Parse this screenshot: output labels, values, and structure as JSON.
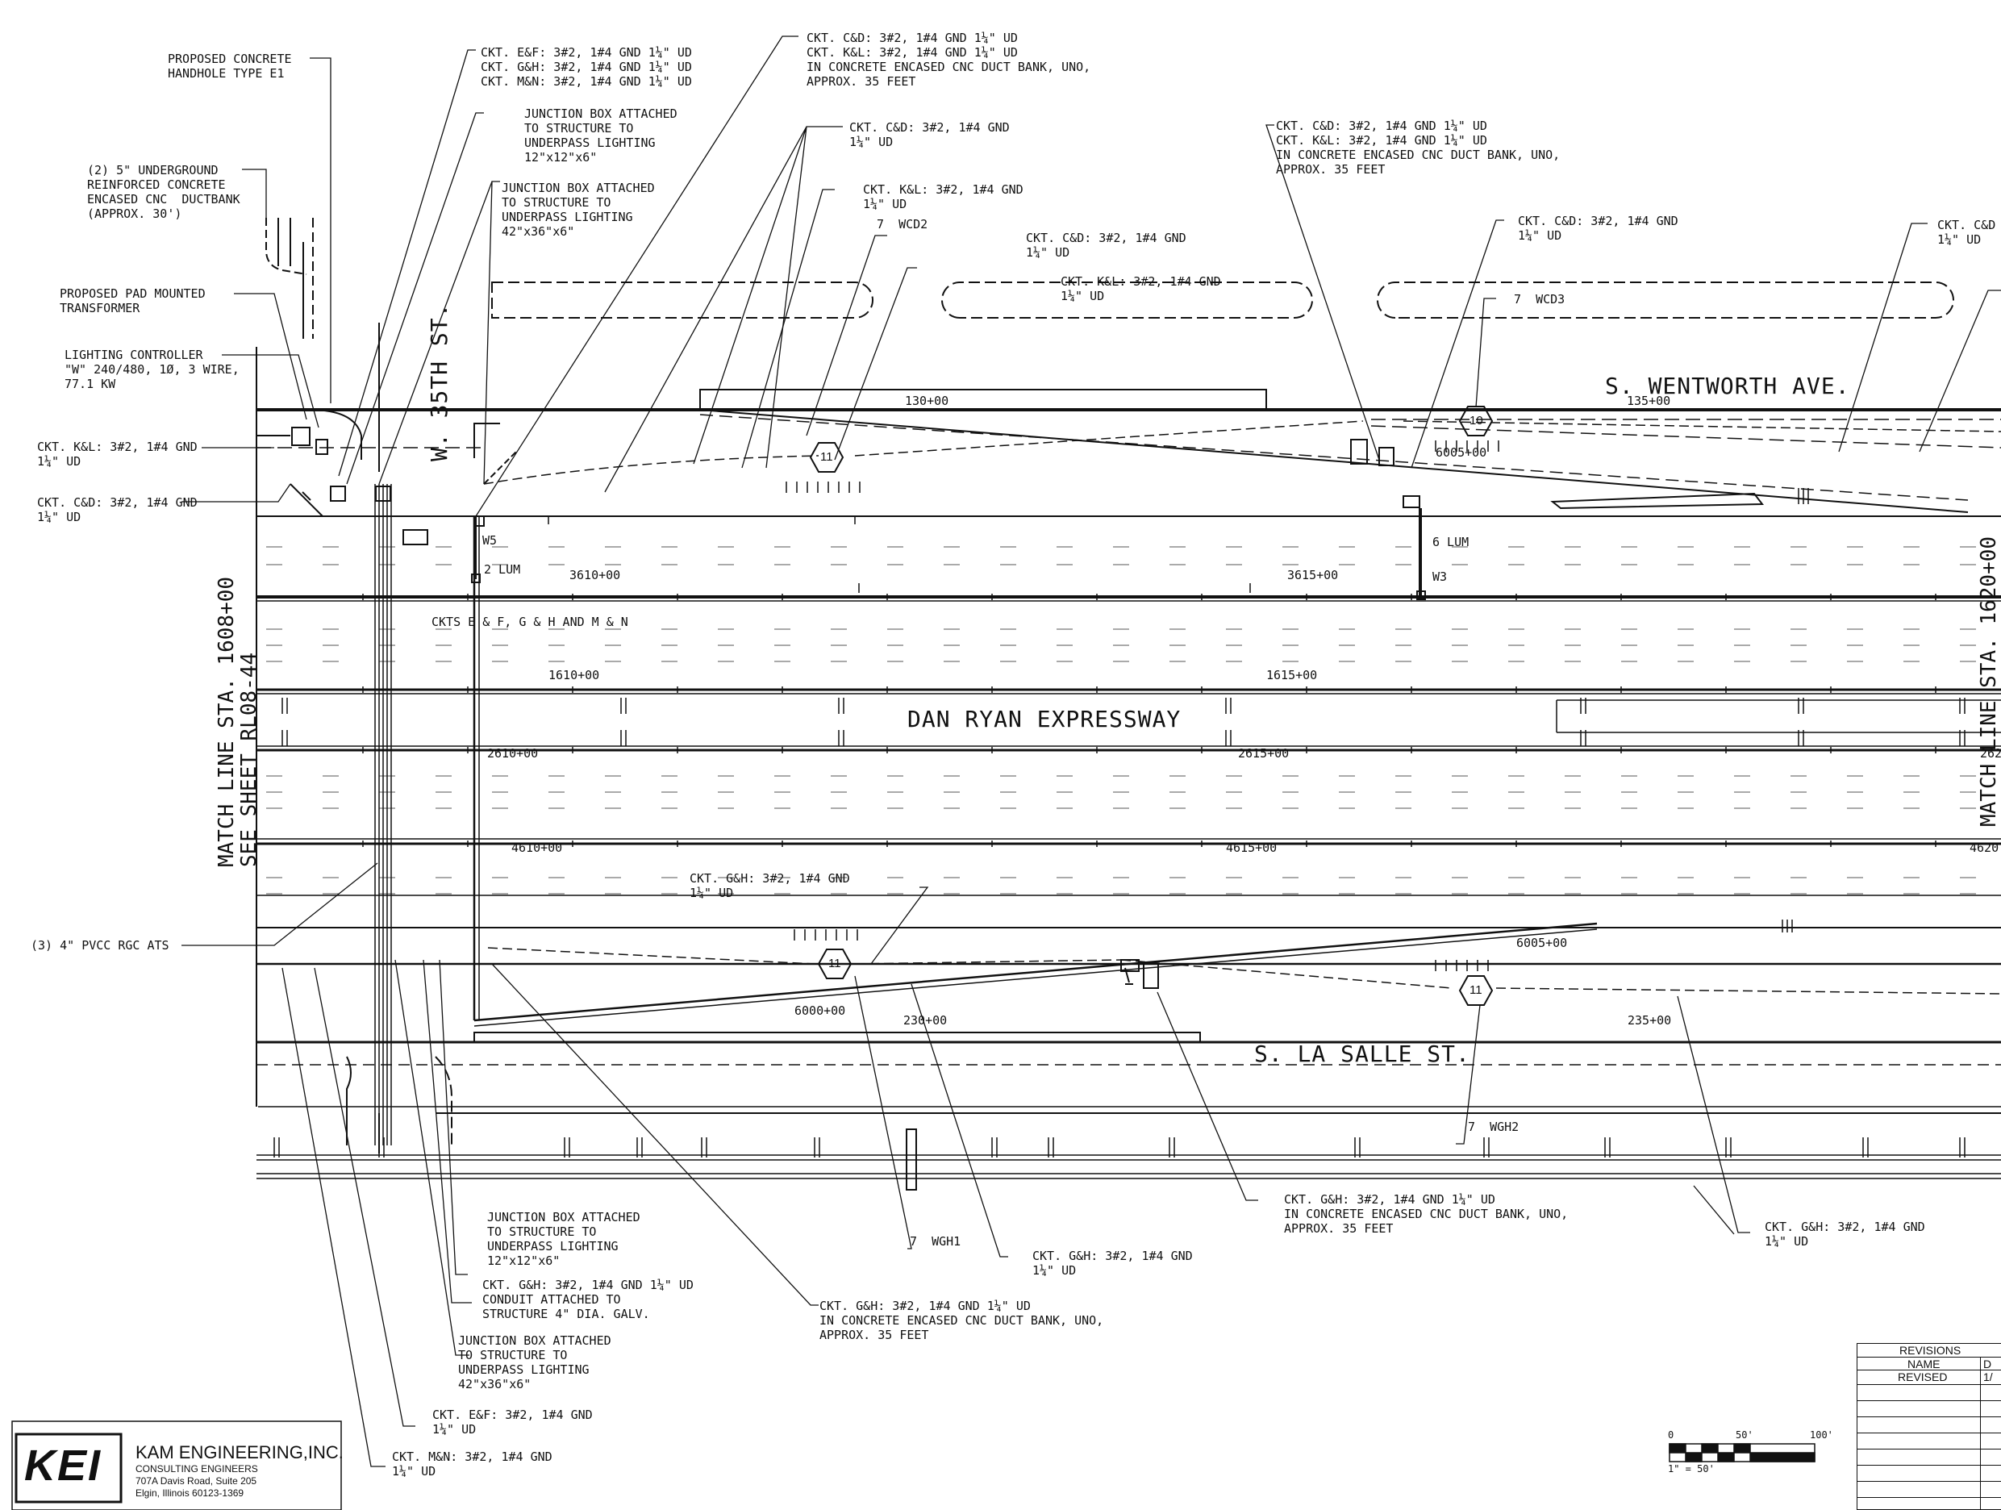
{
  "streets": {
    "wentworth": "S. WENTWORTH AVE.",
    "expressway": "DAN RYAN EXPRESSWAY",
    "lasalle": "S. LA SALLE ST.",
    "w35th": "W. 35TH ST."
  },
  "match_lines": {
    "left": "MATCH LINE STA. 1608+00\nSEE SHEET RL08-44",
    "right": "MATCH LINE STA. 1620+00"
  },
  "stations": {
    "s130": "130+00",
    "s135": "135+00",
    "s3610": "3610+00",
    "s3615": "3615+00",
    "s1610": "1610+00",
    "s1615": "1615+00",
    "s2610": "2610+00",
    "s2615": "2615+00",
    "s4610": "4610+00",
    "s4615": "4615+00",
    "s4620": "4620",
    "s6000": "6000+00",
    "s6005a": "6005+00",
    "s6005b": "6005+00",
    "s230": "230+00",
    "s235": "235+00",
    "s262": "262"
  },
  "callouts": {
    "handhole": "PROPOSED CONCRETE\nHANDHOLE TYPE E1",
    "ductbank": "(2) 5\" UNDERGROUND\nREINFORCED CONCRETE\nENCASED CNC  DUCTBANK\n(APPROX. 30')",
    "transformer": "PROPOSED PAD MOUNTED\nTRANSFORMER",
    "controller": "LIGHTING CONTROLLER\n\"W\" 240/480, 1Ø, 3 WIRE,\n77.1 KW",
    "ckt_kl_left": "CKT. K&L: 3#2, 1#4 GND\n1¼\" UD",
    "ckt_cd_left": "CKT. C&D: 3#2, 1#4 GND\n1¼\" UD",
    "ckt_ef_gh_mn": "CKT. E&F: 3#2, 1#4 GND 1¼\" UD\nCKT. G&H: 3#2, 1#4 GND 1¼\" UD\nCKT. M&N: 3#2, 1#4 GND 1¼\" UD",
    "jbox_12": "JUNCTION BOX ATTACHED\nTO STRUCTURE TO\nUNDERPASS LIGHTING\n12\"x12\"x6\"",
    "jbox_42": "JUNCTION BOX ATTACHED\nTO STRUCTURE TO\nUNDERPASS LIGHTING\n42\"x36\"x6\"",
    "ckt_cd_kl_top": "CKT. C&D: 3#2, 1#4 GND 1¼\" UD\nCKT. K&L: 3#2, 1#4 GND 1¼\" UD\nIN CONCRETE ENCASED CNC DUCT BANK, UNO,\nAPPROX. 35 FEET",
    "ckt_cd_top2": "CKT. C&D: 3#2, 1#4 GND\n1¼\" UD",
    "ckt_kl_top3": "CKT. K&L: 3#2, 1#4 GND\n1¼\" UD",
    "ckt_cd_top4": "CKT. C&D: 3#2, 1#4 GND\n1¼\" UD",
    "ckt_kl_top5": "CKT. K&L: 3#2, 1#4 GND\n1¼\" UD",
    "ckt_cd_kl_right": "CKT. C&D: 3#2, 1#4 GND 1¼\" UD\nCKT. K&L: 3#2, 1#4 GND 1¼\" UD\nIN CONCRETE ENCASED CNC DUCT BANK, UNO,\nAPPROX. 35 FEET",
    "ckt_cd_right2": "CKT. C&D: 3#2, 1#4 GND\n1¼\" UD",
    "ckt_cd_edge": "CKT. C&D\n1¼\" UD",
    "wcd2": "7  WCD2",
    "wcd3": "7  WCD3",
    "ckts_efghmn": "CKTS E & F, G & H AND M & N",
    "pvcc": "(3) 4\" PVCC RGC ATS",
    "ckt_gh_mid": "CKT. G&H: 3#2, 1#4 GND\n1¼\" UD",
    "jbox_12_b": "JUNCTION BOX ATTACHED\nTO STRUCTURE TO\nUNDERPASS LIGHTING\n12\"x12\"x6\"",
    "ckt_gh_conduit": "CKT. G&H: 3#2, 1#4 GND 1¼\" UD\nCONDUIT ATTACHED TO\nSTRUCTURE 4\" DIA. GALV.",
    "jbox_42_b": "JUNCTION BOX ATTACHED\nTO STRUCTURE TO\nUNDERPASS LIGHTING\n42\"x36\"x6\"",
    "ckt_ef_bottom": "CKT. E&F: 3#2, 1#4 GND\n1¼\" UD",
    "ckt_mn_bottom": "CKT. M&N: 3#2, 1#4 GND\n1¼\" UD",
    "ckt_gh_bank_bottom": "CKT. G&H: 3#2, 1#4 GND 1¼\" UD\nIN CONCRETE ENCASED CNC DUCT BANK, UNO,\nAPPROX. 35 FEET",
    "wgh1": "7  WGH1",
    "ckt_gh_bottom2": "CKT. G&H: 3#2, 1#4 GND\n1¼\" UD",
    "ckt_gh_bank_right": "CKT. G&H: 3#2, 1#4 GND 1¼\" UD\nIN CONCRETE ENCASED CNC DUCT BANK, UNO,\nAPPROX. 35 FEET",
    "wgh2": "7  WGH2",
    "ckt_gh_right": "CKT. G&H: 3#2, 1#4 GND\n1¼\" UD",
    "w5": "W5",
    "lum2": "2 LUM",
    "lum6": "6 LUM",
    "w3": "W3"
  },
  "poles": {
    "p11a": "11",
    "p10": "10",
    "p11b": "11",
    "p11c": "11"
  },
  "company": {
    "logo": "KEI",
    "name": "KAM ENGINEERING,INC.",
    "sub1": "CONSULTING ENGINEERS",
    "sub2": "707A Davis Road, Suite 205",
    "sub3": "Elgin, Illinois 60123-1369"
  },
  "scale": {
    "zero": "0",
    "fifty": "50'",
    "hundred": "100'",
    "ratio": "1\" = 50'"
  },
  "revisions": {
    "title": "REVISIONS",
    "col_name": "NAME",
    "row1": "REVISED",
    "col_d": "D",
    "date_frag": "1/"
  }
}
